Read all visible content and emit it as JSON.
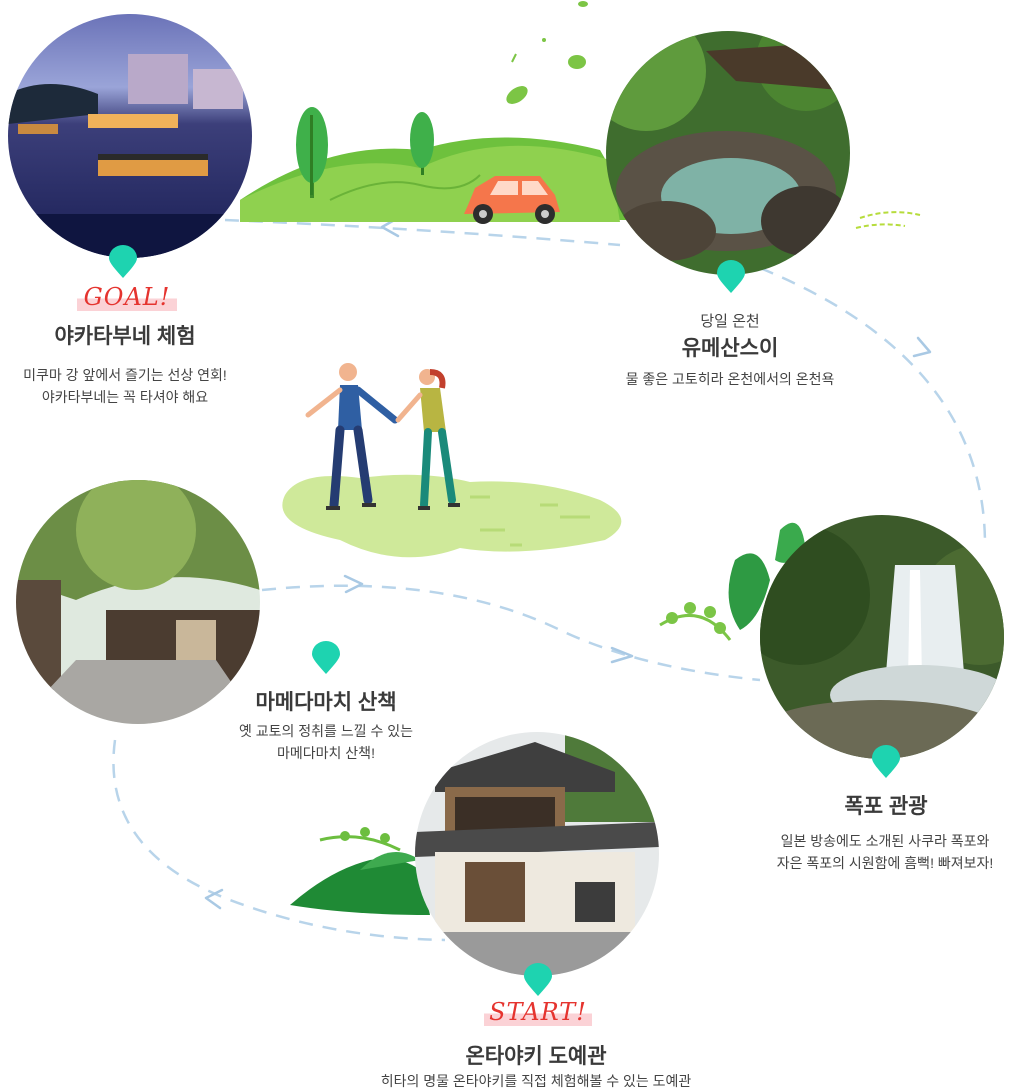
{
  "brand_colors": {
    "pin": "#1ed3b0",
    "badge": "#e5342f",
    "grass": "#8fd14f",
    "path": "#b8d4ea"
  },
  "stops": {
    "goal": {
      "badge": "GOAL!",
      "title": "야카타부네 체험",
      "desc_line1": "미쿠마 강 앞에서 즐기는 선상 연회!",
      "desc_line2": "야카타부네는 꼭 타셔야 해요"
    },
    "onsen": {
      "pretitle": "당일 온천",
      "title": "유메산스이",
      "desc": "물 좋은 고토히라 온천에서의 온천욕"
    },
    "street": {
      "title": "마메다마치 산책",
      "desc_line1": "옛 교토의 정취를 느낄 수 있는",
      "desc_line2": "마메다마치 산책!"
    },
    "waterfall": {
      "title": "폭포 관광",
      "desc_line1": "일본 방송에도 소개된 사쿠라 폭포와",
      "desc_line2": "자은 폭포의 시원함에 흠뻑! 빠져보자!"
    },
    "start": {
      "badge": "START!",
      "title": "온타야키 도예관",
      "desc": "히타의 명물 온타야키를 직접 체험해볼 수 있는 도예관"
    }
  }
}
